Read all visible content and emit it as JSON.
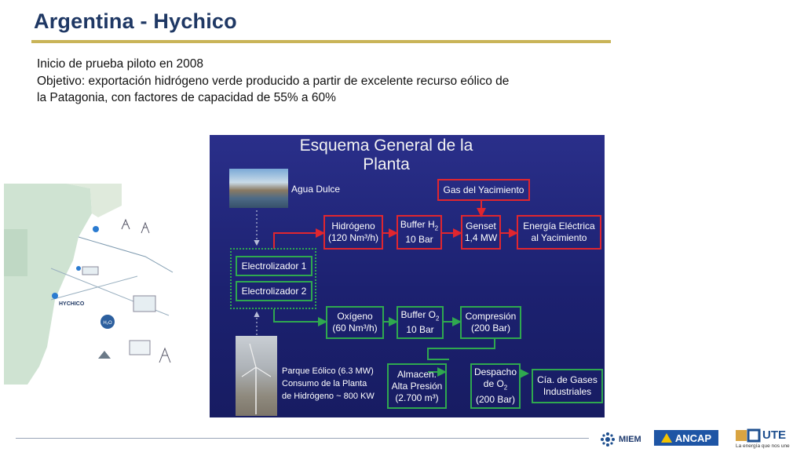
{
  "header": {
    "title": "Argentina -  Hychico"
  },
  "body": {
    "line1": "Inicio de prueba piloto en 2008",
    "line2": "Objetivo: exportación hidrógeno verde producido a partir de excelente recurso eólico de",
    "line3": "la Patagonia, con factores de capacidad de 55% a 60%"
  },
  "diagram": {
    "title_l1": "Esquema General de la",
    "title_l2": "Planta",
    "agua": "Agua Dulce",
    "gas": "Gas del Yacimiento",
    "hidrogeno_l1": "Hidrógeno",
    "hidrogeno_l2": "(120 Nm³/h)",
    "buffer_h_l1": "Buffer H",
    "buffer_h_sub": "2",
    "buffer_h_l2": "10 Bar",
    "genset_l1": "Genset",
    "genset_l2": "1,4 MW",
    "energia_l1": "Energía Eléctrica",
    "energia_l2": "al Yacimiento",
    "electro1": "Electrolizador 1",
    "electro2": "Electrolizador 2",
    "oxigeno_l1": "Oxígeno",
    "oxigeno_l2": "(60 Nm³/h)",
    "buffer_o_l1": "Buffer O",
    "buffer_o_sub": "2",
    "buffer_o_l2": "10 Bar",
    "compresion_l1": "Compresión",
    "compresion_l2": "(200 Bar)",
    "parque_l1": "Parque Eólico (6.3 MW)",
    "parque_l2": "Consumo de la Planta",
    "parque_l3": "de Hidrógeno ~ 800 KW",
    "almacen_l1": "Almacen.",
    "almacen_l2": "Alta Presión",
    "almacen_l3": "(2.700 m³)",
    "despacho_l1": "Despacho",
    "despacho_l2": "de O",
    "despacho_sub": "2",
    "despacho_l3": "(200 Bar)",
    "cia_l1": "Cía. de Gases",
    "cia_l2": "Industriales"
  },
  "map": {
    "hychico_label": "HYCHICO",
    "h2o_label": "H₂O"
  },
  "logos": {
    "miem": "MIEM",
    "ancap": "ANCAP",
    "ute": "UTE",
    "ute_tagline": "La energía que nos une"
  },
  "colors": {
    "title": "#1f3864",
    "accent_rule": "#c9b458",
    "red": "#e0262f",
    "green": "#2fa84f",
    "panel": "#1c2170"
  }
}
